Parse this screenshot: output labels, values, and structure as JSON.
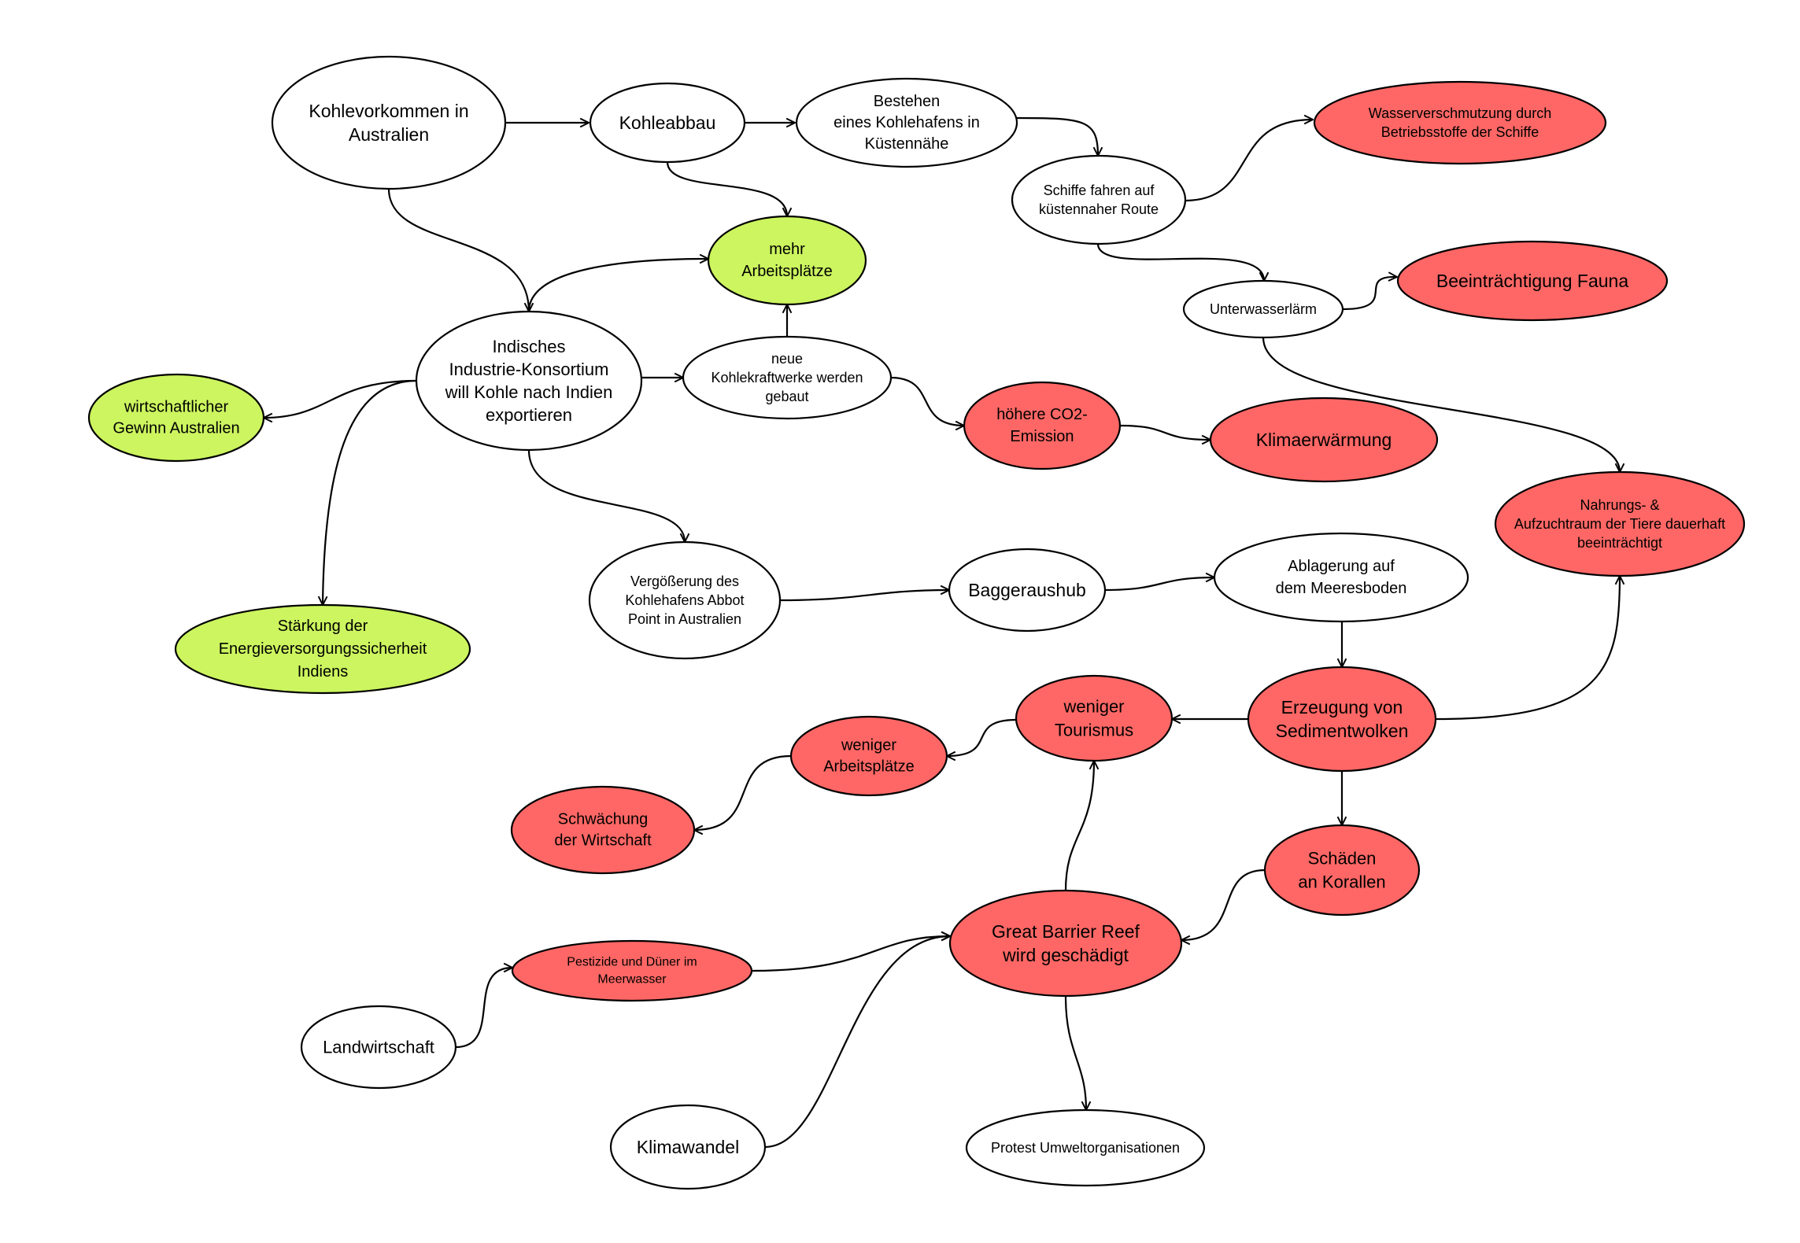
{
  "colors": {
    "positive": "#ccf55f",
    "negative": "#fe6765",
    "neutral": "#ffffff"
  },
  "nodes": [
    {
      "id": "kohlevorkommen",
      "lines": [
        "Kohlevorkommen in",
        "Australien"
      ],
      "kind": "neutral"
    },
    {
      "id": "kohleabbau",
      "lines": [
        "Kohleabbau"
      ],
      "kind": "neutral"
    },
    {
      "id": "kohlehafen",
      "lines": [
        "Bestehen",
        "eines Kohlehafens in",
        "Küstennähe"
      ],
      "kind": "neutral"
    },
    {
      "id": "wasserverschmutzung",
      "lines": [
        "Wasserverschmutzung durch",
        "Betriebsstoffe der Schiffe"
      ],
      "kind": "negative"
    },
    {
      "id": "schiffe",
      "lines": [
        "Schiffe fahren auf",
        "küstennaher Route"
      ],
      "kind": "neutral"
    },
    {
      "id": "arbeitsplaetze",
      "lines": [
        "mehr",
        "Arbeitsplätze"
      ],
      "kind": "positive"
    },
    {
      "id": "unterwasserlaerm",
      "lines": [
        "Unterwasserlärm"
      ],
      "kind": "neutral"
    },
    {
      "id": "fauna",
      "lines": [
        "Beeinträchtigung Fauna"
      ],
      "kind": "negative"
    },
    {
      "id": "konsortium",
      "lines": [
        "Indisches",
        "Industrie-Konsortium",
        "will Kohle nach Indien",
        "exportieren"
      ],
      "kind": "neutral"
    },
    {
      "id": "kraftwerke",
      "lines": [
        "neue",
        "Kohlekraftwerke werden",
        "gebaut"
      ],
      "kind": "neutral"
    },
    {
      "id": "gewinn",
      "lines": [
        "wirtschaftlicher",
        "Gewinn Australien"
      ],
      "kind": "positive"
    },
    {
      "id": "co2",
      "lines": [
        "höhere CO2-",
        "Emission"
      ],
      "kind": "negative"
    },
    {
      "id": "klimaerwaermung",
      "lines": [
        "Klimaerwärmung"
      ],
      "kind": "negative"
    },
    {
      "id": "nahrungsraum",
      "lines": [
        "Nahrungs- &",
        "Aufzuchtraum der Tiere dauerhaft",
        "beeinträchtigt"
      ],
      "kind": "negative"
    },
    {
      "id": "vergroesserung",
      "lines": [
        "Vergößerung des",
        "Kohlehafens Abbot",
        "Point in Australien"
      ],
      "kind": "neutral"
    },
    {
      "id": "baggeraushub",
      "lines": [
        "Baggeraushub"
      ],
      "kind": "neutral"
    },
    {
      "id": "ablagerung",
      "lines": [
        "Ablagerung auf",
        "dem Meeresboden"
      ],
      "kind": "neutral"
    },
    {
      "id": "energie",
      "lines": [
        "Stärkung der",
        "Energieversorgungssicherheit",
        "Indiens"
      ],
      "kind": "positive"
    },
    {
      "id": "tourismus",
      "lines": [
        "weniger",
        "Tourismus"
      ],
      "kind": "negative"
    },
    {
      "id": "sedimentwolken",
      "lines": [
        "Erzeugung von",
        "Sedimentwolken"
      ],
      "kind": "negative"
    },
    {
      "id": "weniger_arbeitsplaetze",
      "lines": [
        "weniger",
        "Arbeitsplätze"
      ],
      "kind": "negative"
    },
    {
      "id": "schwaechung",
      "lines": [
        "Schwächung",
        "der Wirtschaft"
      ],
      "kind": "negative"
    },
    {
      "id": "korallen",
      "lines": [
        "Schäden",
        "an Korallen"
      ],
      "kind": "negative"
    },
    {
      "id": "reef",
      "lines": [
        "Great Barrier Reef",
        "wird geschädigt"
      ],
      "kind": "negative"
    },
    {
      "id": "pestizide",
      "lines": [
        "Pestizide und Düner im",
        "Meerwasser"
      ],
      "kind": "negative"
    },
    {
      "id": "landwirtschaft",
      "lines": [
        "Landwirtschaft"
      ],
      "kind": "neutral"
    },
    {
      "id": "klimawandel",
      "lines": [
        "Klimawandel"
      ],
      "kind": "neutral"
    },
    {
      "id": "protest",
      "lines": [
        "Protest Umweltorganisationen"
      ],
      "kind": "neutral"
    }
  ],
  "edges": [
    {
      "from": "kohlevorkommen",
      "to": "kohleabbau"
    },
    {
      "from": "kohleabbau",
      "to": "kohlehafen"
    },
    {
      "from": "kohlehafen",
      "to": "schiffe"
    },
    {
      "from": "schiffe",
      "to": "wasserverschmutzung"
    },
    {
      "from": "schiffe",
      "to": "unterwasserlaerm"
    },
    {
      "from": "unterwasserlaerm",
      "to": "fauna"
    },
    {
      "from": "unterwasserlaerm",
      "to": "nahrungsraum"
    },
    {
      "from": "kohleabbau",
      "to": "arbeitsplaetze"
    },
    {
      "from": "kohlevorkommen",
      "to": "konsortium"
    },
    {
      "from": "konsortium",
      "to": "arbeitsplaetze"
    },
    {
      "from": "kraftwerke",
      "to": "arbeitsplaetze"
    },
    {
      "from": "konsortium",
      "to": "kraftwerke"
    },
    {
      "from": "kraftwerke",
      "to": "co2"
    },
    {
      "from": "co2",
      "to": "klimaerwaermung"
    },
    {
      "from": "konsortium",
      "to": "gewinn"
    },
    {
      "from": "konsortium",
      "to": "energie"
    },
    {
      "from": "konsortium",
      "to": "vergroesserung"
    },
    {
      "from": "vergroesserung",
      "to": "baggeraushub"
    },
    {
      "from": "baggeraushub",
      "to": "ablagerung"
    },
    {
      "from": "ablagerung",
      "to": "sedimentwolken"
    },
    {
      "from": "sedimentwolken",
      "to": "nahrungsraum"
    },
    {
      "from": "sedimentwolken",
      "to": "tourismus"
    },
    {
      "from": "sedimentwolken",
      "to": "korallen"
    },
    {
      "from": "tourismus",
      "to": "weniger_arbeitsplaetze"
    },
    {
      "from": "weniger_arbeitsplaetze",
      "to": "schwaechung"
    },
    {
      "from": "reef",
      "to": "tourismus"
    },
    {
      "from": "korallen",
      "to": "reef"
    },
    {
      "from": "landwirtschaft",
      "to": "pestizide"
    },
    {
      "from": "pestizide",
      "to": "reef"
    },
    {
      "from": "klimawandel",
      "to": "reef"
    },
    {
      "from": "reef",
      "to": "protest"
    }
  ]
}
